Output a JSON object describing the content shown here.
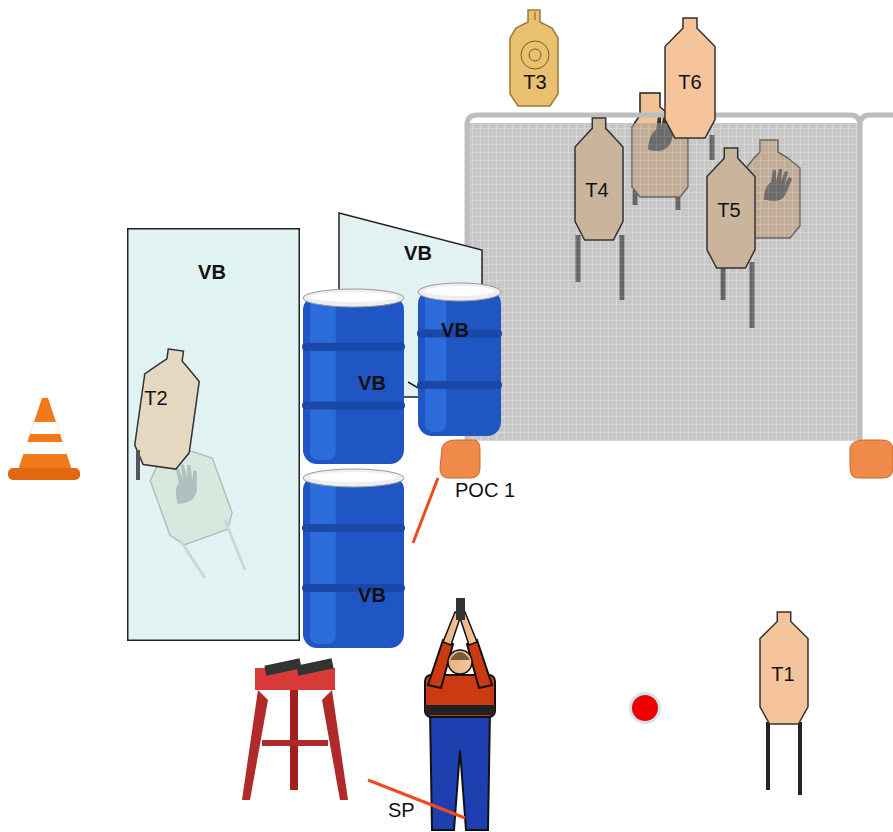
{
  "diagram": {
    "nodes": [
      {
        "text": [
          "T3"
        ]
      },
      {
        "text": [
          "T6"
        ]
      },
      {
        "text": [
          "T4"
        ]
      },
      {
        "text": [
          "VB"
        ]
      },
      {
        "text": [
          "VB"
        ]
      },
      {
        "text": [
          "T2"
        ],
        "in": 4
      },
      {
        "text": [
          "T5"
        ]
      },
      {
        "text": [
          "VB"
        ]
      },
      {
        "text": [
          "VB"
        ]
      },
      {
        "text": [
          "VB"
        ]
      },
      {
        "text": [
          "T1"
        ]
      }
    ],
    "labels": [
      "POC 1",
      "SP"
    ]
  }
}
